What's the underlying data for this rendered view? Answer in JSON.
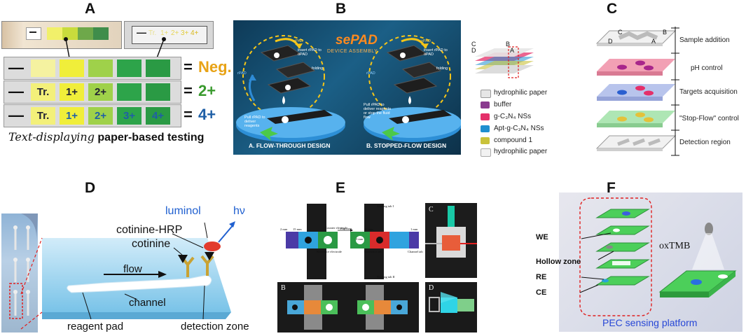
{
  "panel_labels": {
    "a": "A",
    "b": "B",
    "c": "C",
    "d": "D",
    "e": "E",
    "f": "F"
  },
  "panel_a": {
    "photo_marks": [
      "—",
      "Tr.",
      "1+",
      "2+",
      "3+",
      "4+"
    ],
    "rows": [
      {
        "dash": "—",
        "cells": [
          "",
          "",
          "",
          "",
          ""
        ],
        "result": "Neg.",
        "result_color": "#e8a317"
      },
      {
        "dash": "—",
        "cells": [
          "Tr.",
          "1+",
          "2+",
          "",
          ""
        ],
        "result": "2+",
        "result_color": "#3a9a2e"
      },
      {
        "dash": "—",
        "cells": [
          "Tr.",
          "1+",
          "2+",
          "3+",
          "4+"
        ],
        "result": "4+",
        "result_color": "#1f5fa6"
      }
    ],
    "equals": "=",
    "caption_script": "Text-displaying",
    "caption_rest": "paper-based testing"
  },
  "panel_b": {
    "title": "sePAD",
    "subtitle": "DEVICE ASSEMBLY",
    "left_caption": "A. FLOW-THROUGH DESIGN",
    "right_caption": "B. STOPPED-FLOW DESIGN",
    "labels": [
      "oPAD",
      "rPAD",
      "insert rPAD to oPAD",
      "folding",
      "Pull rPAD to deliver reagents",
      "Pull rPAD to deliver reagents or stop the fluid flow"
    ]
  },
  "legend": {
    "stack_letters": [
      "C",
      "D",
      "B",
      "A"
    ],
    "items": [
      {
        "label": "hydrophilic paper",
        "color": "#e6e6e6"
      },
      {
        "label": "buffer",
        "color": "#8a3a8f"
      },
      {
        "label": "g-C₃N₄ NSs",
        "color": "#e4306a"
      },
      {
        "label": "Apt-g-C₃N₄ NSs",
        "color": "#1f8fd0"
      },
      {
        "label": "compound 1",
        "color": "#c9c23a"
      },
      {
        "label": "hydrophilic paper",
        "color": "#f2f2f2"
      }
    ]
  },
  "panel_c": {
    "letters": [
      "C",
      "B",
      "D",
      "A"
    ],
    "steps": [
      "Sample addition",
      "pH control",
      "Targets acquisition",
      "\"Stop-Flow\" control",
      "Detection region"
    ]
  },
  "panel_d": {
    "labels": {
      "luminol": "luminol",
      "hv": "hν",
      "hrp": "cotinine-HRP",
      "cotinine": "cotinine",
      "flow": "flow",
      "channel": "channel",
      "reagent_pad": "reagent pad",
      "detection_zone": "detection zone"
    }
  },
  "panel_e": {
    "labels": [
      "2 mm",
      "15 mm",
      "Counter electrode",
      "Flip over",
      "Reference electrode",
      "Shading tab I",
      "20 mm",
      "1 mm",
      "3 mm",
      "Reference tab",
      "Channel tab",
      "Shading tab II",
      "C",
      "B",
      "D"
    ]
  },
  "panel_f": {
    "labels": {
      "we": "WE",
      "hollow": "Hollow zone",
      "re": "RE",
      "ce": "CE",
      "oxtmb": "oxTMB"
    },
    "caption": "PEC sensing platform"
  }
}
